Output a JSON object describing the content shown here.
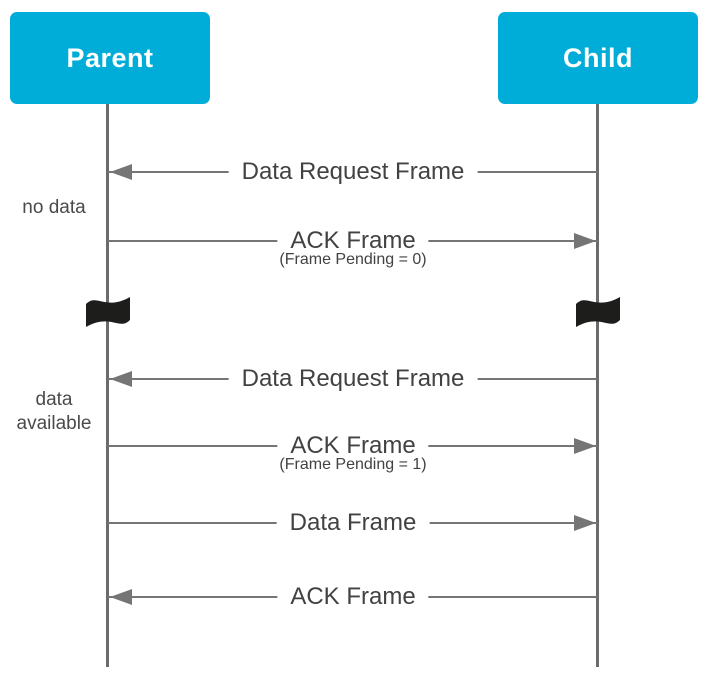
{
  "diagram": {
    "type": "sequence-diagram",
    "actors": [
      {
        "id": "parent",
        "label": "Parent"
      },
      {
        "id": "child",
        "label": "Child"
      }
    ],
    "side_notes": [
      {
        "text": "no data"
      },
      {
        "text": "data available"
      }
    ],
    "messages": [
      {
        "label": "Data Request Frame",
        "sublabel": "",
        "direction": "left",
        "from": "child",
        "to": "parent"
      },
      {
        "label": "ACK Frame",
        "sublabel": "(Frame Pending = 0)",
        "direction": "right",
        "from": "parent",
        "to": "child"
      },
      {
        "label": "Data Request Frame",
        "sublabel": "",
        "direction": "left",
        "from": "child",
        "to": "parent"
      },
      {
        "label": "ACK Frame",
        "sublabel": "(Frame Pending = 1)",
        "direction": "right",
        "from": "parent",
        "to": "child"
      },
      {
        "label": "Data Frame",
        "sublabel": "",
        "direction": "right",
        "from": "parent",
        "to": "child"
      },
      {
        "label": "ACK Frame",
        "sublabel": "",
        "direction": "left",
        "from": "child",
        "to": "parent"
      }
    ],
    "flags": {
      "meaning": "time-passage marker",
      "count": 2
    },
    "colors": {
      "actor_fill": "#00acd8",
      "actor_text": "#ffffff",
      "line": "#757575",
      "lifeline": "#6b6b6b",
      "text": "#424242",
      "flag": "#1d1d1b",
      "background": "#ffffff"
    }
  }
}
